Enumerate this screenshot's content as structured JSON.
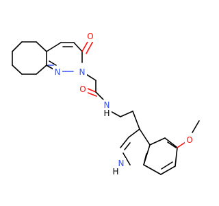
{
  "atom_colors": {
    "N": "#3050f8",
    "O": "#ff0d0d",
    "C": "#000000"
  },
  "atoms": [
    {
      "id": "O1",
      "label": "O",
      "color": "#ff0d0d"
    },
    {
      "id": "N1",
      "label": "N",
      "color": "#3050f8"
    },
    {
      "id": "N2",
      "label": "N",
      "color": "#3050f8"
    },
    {
      "id": "O2",
      "label": "O",
      "color": "#ff0d0d"
    },
    {
      "id": "N3",
      "label": "N",
      "color": "#3050f8"
    },
    {
      "id": "H3",
      "label": "H",
      "color": "#000000"
    },
    {
      "id": "O3",
      "label": "O",
      "color": "#ff0d0d"
    },
    {
      "id": "N4",
      "label": "N",
      "color": "#3050f8"
    },
    {
      "id": "H4",
      "label": "H",
      "color": "#000000"
    }
  ]
}
